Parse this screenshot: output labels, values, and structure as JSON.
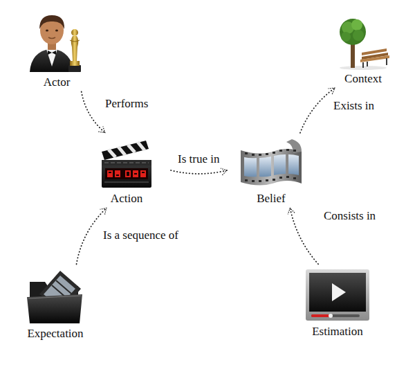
{
  "diagram": {
    "nodes": [
      {
        "text": [
          "Actor"
        ]
      },
      {
        "text": [
          "Context"
        ]
      },
      {
        "text": [
          "Action"
        ]
      },
      {
        "text": [
          "Belief"
        ]
      },
      {
        "text": [
          "Expectation"
        ]
      },
      {
        "text": [
          "Estimation"
        ]
      }
    ],
    "edges": [
      {
        "from": 0,
        "to": 2,
        "label": "Performs",
        "arrow": "to"
      },
      {
        "from": 2,
        "to": 3,
        "label": "Is true in",
        "arrow": "to"
      },
      {
        "from": 3,
        "to": 1,
        "label": "Exists in",
        "arrow": "to"
      },
      {
        "from": 4,
        "to": 2,
        "label": "Is a sequence of",
        "arrow": "to"
      },
      {
        "from": 5,
        "to": 3,
        "label": "Consists in",
        "arrow": "to"
      }
    ]
  }
}
